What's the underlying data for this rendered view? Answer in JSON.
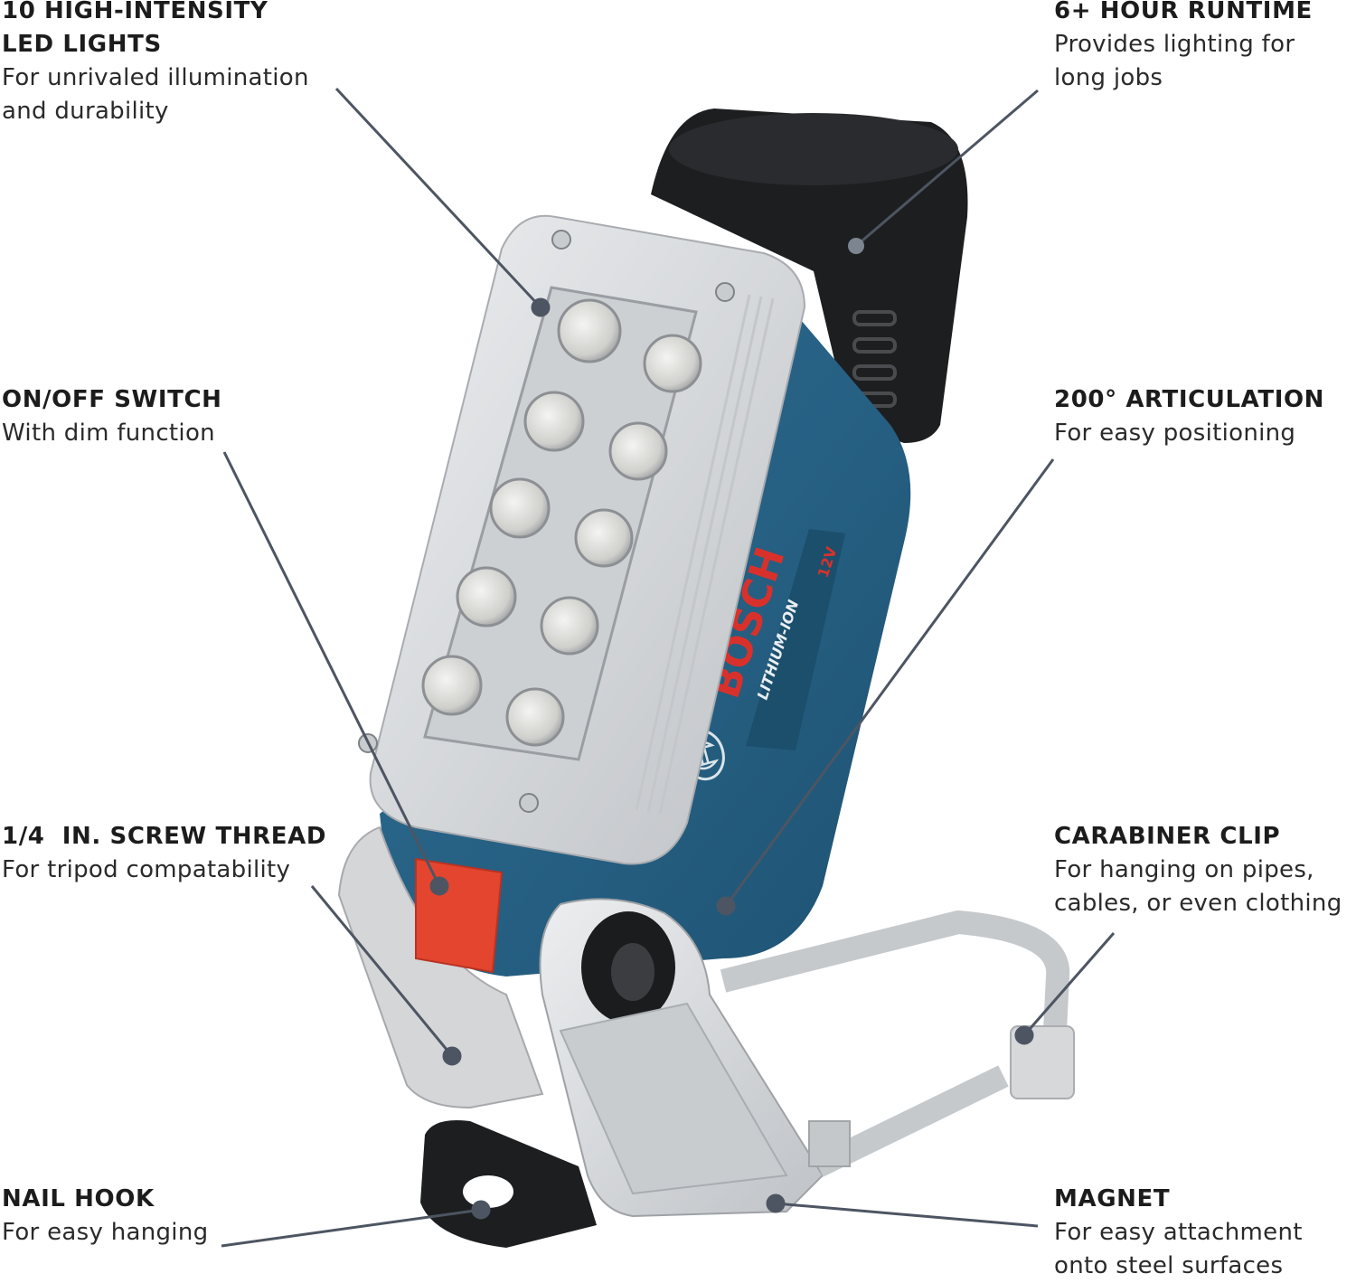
{
  "product": {
    "brand_label": "BOSCH",
    "battery_label": "LITHIUM-ION",
    "voltage_label": "12V",
    "led_count": 10,
    "colors": {
      "body_blue": "#2c6a8e",
      "body_blue_dark": "#1f5475",
      "aluminum": "#d8dadc",
      "aluminum_dark": "#b5b8bb",
      "switch_red": "#e4452f",
      "battery_black": "#1d1e20",
      "leader_line": "#4d5562",
      "brand_red": "#d8312c"
    }
  },
  "callouts": [
    {
      "id": "led-lights",
      "title": "10 HIGH-INTENSITY\nLED LIGHTS",
      "desc": "For unrivaled illumination\nand durability"
    },
    {
      "id": "runtime",
      "title": "6+ HOUR RUNTIME",
      "desc": "Provides lighting for\nlong jobs"
    },
    {
      "id": "switch",
      "title": "ON/OFF SWITCH",
      "desc": "With dim function"
    },
    {
      "id": "articulation",
      "title": "200° ARTICULATION",
      "desc": "For easy positioning"
    },
    {
      "id": "screw-thread",
      "title": "1/4  IN. SCREW THREAD",
      "desc": "For tripod compatability"
    },
    {
      "id": "carabiner",
      "title": "CARABINER CLIP",
      "desc": "For hanging on pipes,\ncables, or even clothing"
    },
    {
      "id": "nail-hook",
      "title": "NAIL HOOK",
      "desc": "For easy hanging"
    },
    {
      "id": "magnet",
      "title": "MAGNET",
      "desc": "For easy attachment\nonto steel surfaces"
    }
  ]
}
